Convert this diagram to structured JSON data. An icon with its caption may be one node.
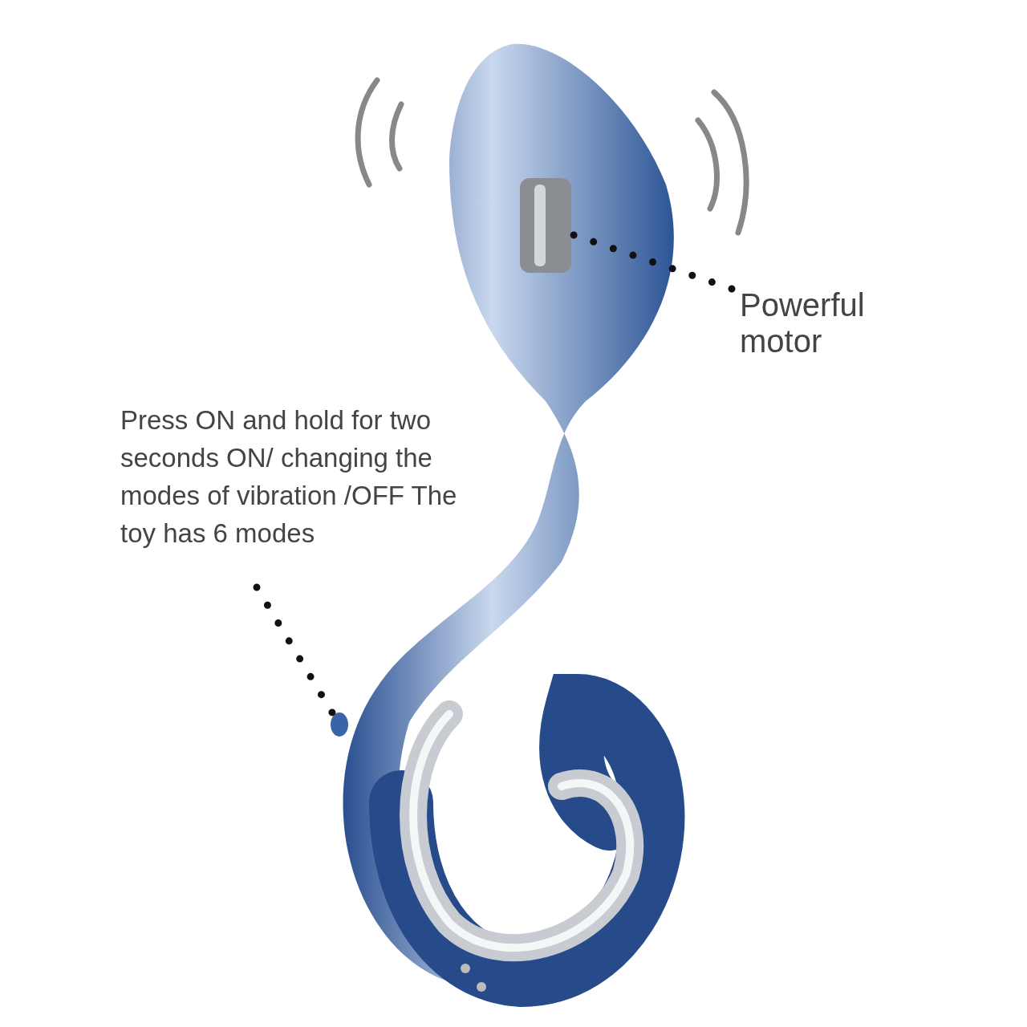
{
  "diagram": {
    "nodes": [
      {
        "text": [
          "Powerful motor"
        ]
      },
      {
        "text": [],
        "shape": "cylinder"
      },
      {
        "text": [
          "Press ON and hold for two seconds ON/ changing the modes of vibration /OFF The toy has 6 modes"
        ]
      },
      {
        "text": [],
        "shape": "circle"
      }
    ],
    "edges": [
      {
        "from": 0,
        "to": 1,
        "arrow": "none",
        "style": "dashed"
      },
      {
        "from": 2,
        "to": 3,
        "arrow": "none",
        "style": "dashed"
      }
    ]
  }
}
